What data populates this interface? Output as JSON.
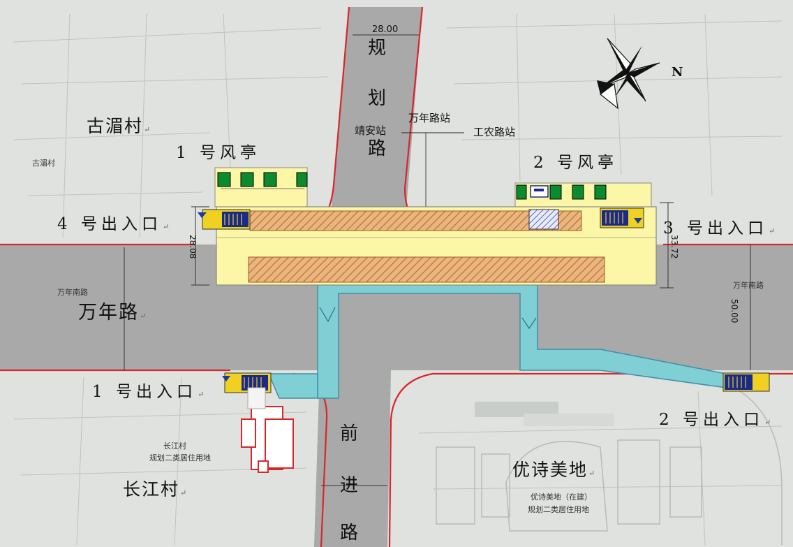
{
  "colors": {
    "road": "#a9a9a9",
    "map_bg": "#dde0dd",
    "station": "#fbf7a6",
    "passage": "#7fcfd4",
    "boundary": "#d9262b",
    "vent": "#0b8a2e",
    "hatch": "#d2874a",
    "exit_blue": "#1a2a8a",
    "exit_yellow": "#f0d020"
  },
  "labels": {
    "vent_1": "1 号风亭",
    "vent_2": "2 号风亭",
    "exit_1": "1 号出入口",
    "exit_2": "2 号出入口",
    "exit_3": "3 号出入口",
    "exit_4": "4 号出入口",
    "village_gumei": "古湄村",
    "village_changjiang": "长江村",
    "estate_youshi": "优诗美地",
    "road_wannian": "万年路",
    "road_guihua": [
      "规",
      "划",
      "路"
    ],
    "road_qianjin": [
      "前",
      "进",
      "路"
    ],
    "station_wannian": "万年路站",
    "station_jingan": "靖安站",
    "station_gongnong": "工农路站",
    "return_mark": "↵"
  },
  "dimensions": {
    "top_road_width": "28.00",
    "left_width": "28.08",
    "right_width": "33.72",
    "road_width_right": "50.00"
  },
  "small_text": {
    "wannian_nanlu_left": "万年南路",
    "wannian_nanlu_right": "万年南路",
    "gumei_small": "古湄村",
    "changjiang_small": "长江村",
    "changjiang_note": "规划二类居住用地",
    "youshi_small": "优诗美地（在建）",
    "youshi_note": "规划二类居住用地"
  },
  "compass": {
    "north": "N"
  }
}
